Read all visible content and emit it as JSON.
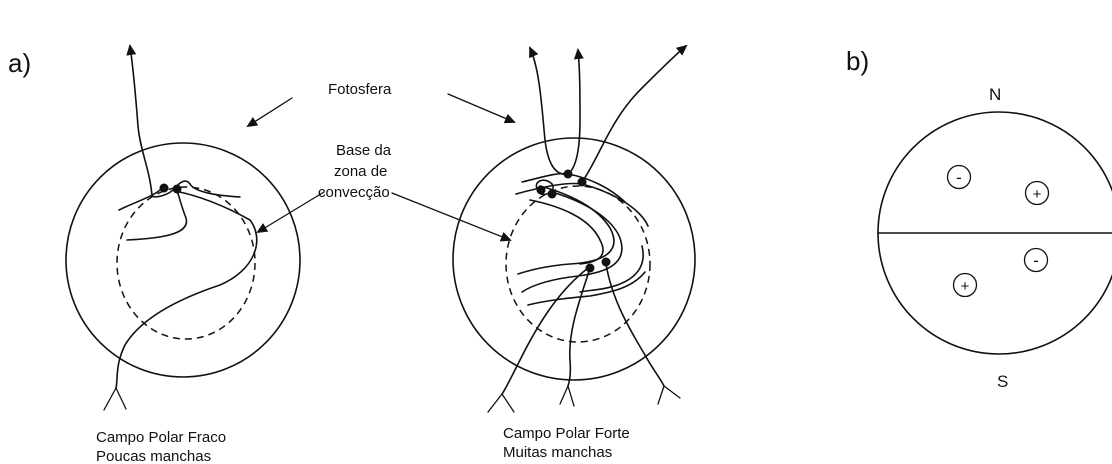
{
  "panel_a": {
    "label": "a)",
    "fotosfera_label": "Fotosfera",
    "base_label_line1": "Base da",
    "base_label_line2": "zona de",
    "base_label_line3": "convecção",
    "weak": {
      "line1": "Campo Polar Fraco",
      "line2": "Poucas manchas"
    },
    "strong": {
      "line1": "Campo Polar Forte",
      "line2": "Muitas manchas"
    }
  },
  "panel_b": {
    "label": "b)",
    "north": "N",
    "south": "S",
    "north_left_polarity": "-",
    "north_right_polarity": "+",
    "south_left_polarity": "+",
    "south_right_polarity": "-"
  }
}
